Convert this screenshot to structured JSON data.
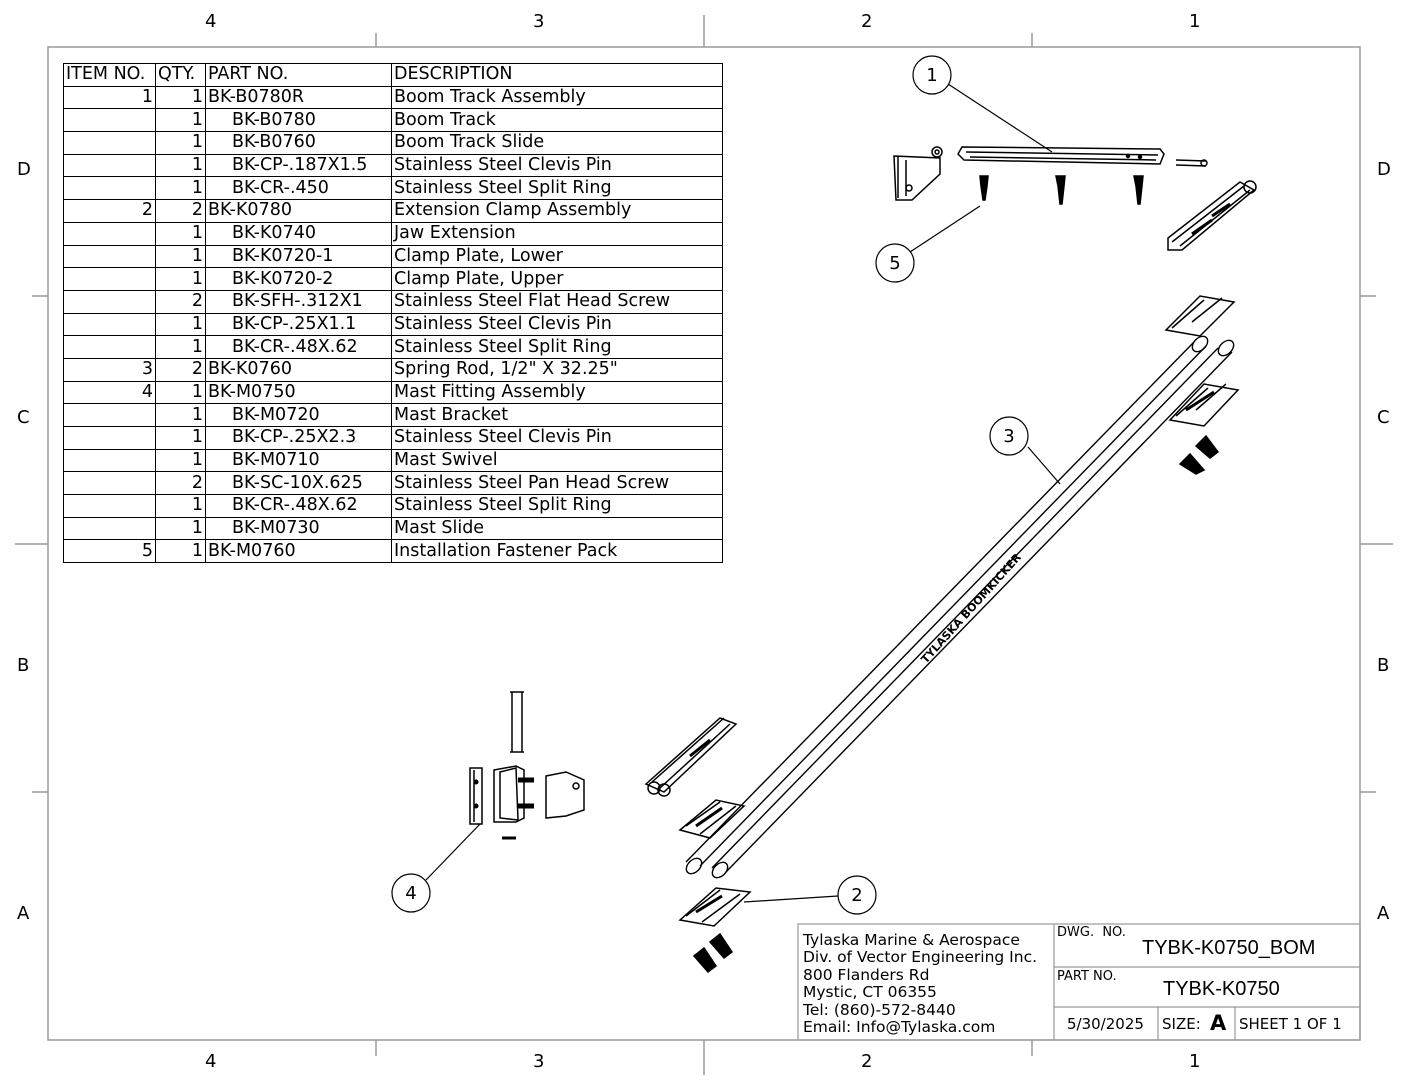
{
  "zones": {
    "columns": [
      "4",
      "3",
      "2",
      "1"
    ],
    "rows": [
      "D",
      "C",
      "B",
      "A"
    ]
  },
  "bom": {
    "headers": [
      "ITEM NO.",
      "QTY.",
      "PART NO.",
      "DESCRIPTION"
    ],
    "rows": [
      {
        "item": "1",
        "qty": "1",
        "part": "BK-B0780R",
        "desc": "Boom Track Assembly",
        "sub": false
      },
      {
        "item": "",
        "qty": "1",
        "part": "BK-B0780",
        "desc": "Boom Track",
        "sub": true
      },
      {
        "item": "",
        "qty": "1",
        "part": "BK-B0760",
        "desc": "Boom Track Slide",
        "sub": true
      },
      {
        "item": "",
        "qty": "1",
        "part": "BK-CP-.187X1.5",
        "desc": "Stainless Steel Clevis Pin",
        "sub": true
      },
      {
        "item": "",
        "qty": "1",
        "part": "BK-CR-.450",
        "desc": "Stainless Steel Split Ring",
        "sub": true
      },
      {
        "item": "2",
        "qty": "2",
        "part": "BK-K0780",
        "desc": "Extension Clamp Assembly",
        "sub": false
      },
      {
        "item": "",
        "qty": "1",
        "part": "BK-K0740",
        "desc": "Jaw Extension",
        "sub": true
      },
      {
        "item": "",
        "qty": "1",
        "part": "BK-K0720-1",
        "desc": "Clamp Plate, Lower",
        "sub": true
      },
      {
        "item": "",
        "qty": "1",
        "part": "BK-K0720-2",
        "desc": "Clamp Plate, Upper",
        "sub": true
      },
      {
        "item": "",
        "qty": "2",
        "part": "BK-SFH-.312X1",
        "desc": "Stainless Steel Flat Head Screw",
        "sub": true
      },
      {
        "item": "",
        "qty": "1",
        "part": "BK-CP-.25X1.1",
        "desc": "Stainless Steel Clevis Pin",
        "sub": true
      },
      {
        "item": "",
        "qty": "1",
        "part": "BK-CR-.48X.62",
        "desc": "Stainless Steel Split Ring",
        "sub": true
      },
      {
        "item": "3",
        "qty": "2",
        "part": "BK-K0760",
        "desc": "Spring Rod, 1/2\" X 32.25\"",
        "sub": false
      },
      {
        "item": "4",
        "qty": "1",
        "part": "BK-M0750",
        "desc": "Mast Fitting Assembly",
        "sub": false
      },
      {
        "item": "",
        "qty": "1",
        "part": "BK-M0720",
        "desc": "Mast Bracket",
        "sub": true
      },
      {
        "item": "",
        "qty": "1",
        "part": "BK-CP-.25X2.3",
        "desc": "Stainless Steel Clevis Pin",
        "sub": true
      },
      {
        "item": "",
        "qty": "1",
        "part": "BK-M0710",
        "desc": "Mast Swivel",
        "sub": true
      },
      {
        "item": "",
        "qty": "2",
        "part": "BK-SC-10X.625",
        "desc": "Stainless Steel Pan Head Screw",
        "sub": true
      },
      {
        "item": "",
        "qty": "1",
        "part": "BK-CR-.48X.62",
        "desc": "Stainless Steel Split Ring",
        "sub": true
      },
      {
        "item": "",
        "qty": "1",
        "part": "BK-M0730",
        "desc": "Mast Slide",
        "sub": true
      },
      {
        "item": "5",
        "qty": "1",
        "part": "BK-M0760",
        "desc": "Installation Fastener Pack",
        "sub": false
      }
    ]
  },
  "balloons": [
    "1",
    "2",
    "3",
    "4",
    "5"
  ],
  "rod_label": "TYLASKA BOOMKICKER",
  "title_block": {
    "company_lines": [
      "Tylaska Marine & Aerospace",
      "Div. of Vector Engineering Inc.",
      "800 Flanders Rd",
      "Mystic, CT 06355",
      "Tel: (860)-572-8440",
      "Email: Info@Tylaska.com"
    ],
    "dwg_no_label": "DWG.  NO.",
    "dwg_no": "TYBK-K0750_BOM",
    "part_no_label": "PART NO.",
    "part_no": "TYBK-K0750",
    "date": "5/30/2025",
    "size_label": "SIZE:",
    "size": "A",
    "sheet": "SHEET 1 OF 1"
  }
}
